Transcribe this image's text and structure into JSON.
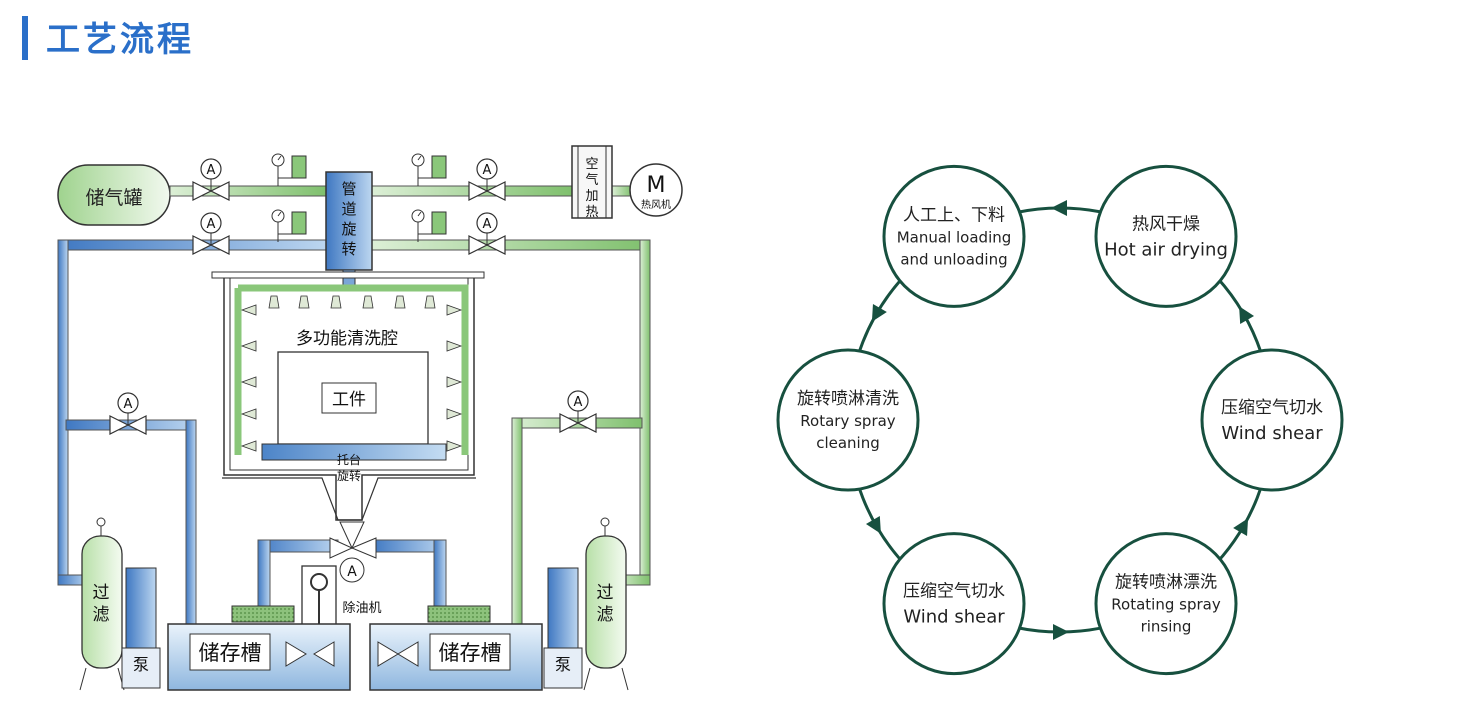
{
  "header": {
    "title": "工艺流程"
  },
  "process_diagram": {
    "gas_tank": "储气罐",
    "pipe_rotation": "管道旋转",
    "air_heating": "空气加热",
    "hot_air_motor_symbol": "M",
    "hot_air_fan": "热风机",
    "cleaning_chamber": "多功能清洗腔",
    "workpiece": "工件",
    "tray_rotation": "托台旋转",
    "oil_remover": "除油机",
    "storage_tank_left": "储存槽",
    "storage_tank_right": "储存槽",
    "filter_left": "过滤",
    "filter_right": "过滤",
    "pump_left": "泵",
    "pump_right": "泵",
    "valve_symbol": "A"
  },
  "cycle": {
    "steps": [
      {
        "zh": "人工上、下料",
        "en1": "Manual loading",
        "en2": "and unloading"
      },
      {
        "zh": "热风干燥",
        "en1": "Hot air drying",
        "en2": ""
      },
      {
        "zh": "压缩空气切水",
        "en1": "Wind shear",
        "en2": ""
      },
      {
        "zh": "旋转喷淋漂洗",
        "en1": "Rotating spray",
        "en2": "rinsing"
      },
      {
        "zh": "压缩空气切水",
        "en1": "Wind shear",
        "en2": ""
      },
      {
        "zh": "旋转喷淋清洗",
        "en1": "Rotary spray",
        "en2": "cleaning"
      }
    ],
    "colors": {
      "circle_stroke": "#17503f",
      "arrow": "#17503f"
    }
  },
  "colors": {
    "accent": "#2a6fc9",
    "pipe_blue": "#5f93cf",
    "pipe_green": "#8ccb7a"
  }
}
